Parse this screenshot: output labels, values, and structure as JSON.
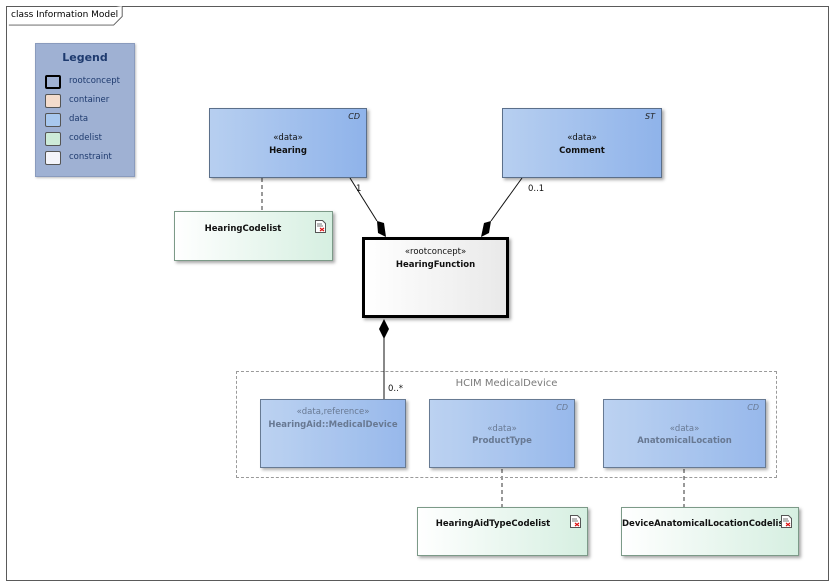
{
  "diagram": {
    "frame_title": "class Information Model",
    "legend": {
      "title": "Legend",
      "items": [
        {
          "label": "rootconcept",
          "color": "#ffffff"
        },
        {
          "label": "container",
          "color": "#f4dccc"
        },
        {
          "label": "data",
          "color": "#a8c8ee"
        },
        {
          "label": "codelist",
          "color": "#cdebd8"
        },
        {
          "label": "constraint",
          "color": "#f4f4fa"
        }
      ]
    },
    "classes": {
      "hearing": {
        "stereotype": "«data»",
        "name": "Hearing",
        "type": "CD"
      },
      "comment": {
        "stereotype": "«data»",
        "name": "Comment",
        "type": "ST"
      },
      "hearing_codelist": {
        "name": "HearingCodelist"
      },
      "hearing_function": {
        "stereotype": "«rootconcept»",
        "name": "HearingFunction"
      },
      "medical_device": {
        "stereotype": "«data,reference»",
        "name": "HearingAid::MedicalDevice"
      },
      "product_type": {
        "stereotype": "«data»",
        "name": "ProductType",
        "type": "CD"
      },
      "anatomical_location": {
        "stereotype": "«data»",
        "name": "AnatomicalLocation",
        "type": "CD"
      },
      "hearing_aid_type_codelist": {
        "name": "HearingAidTypeCodelist"
      },
      "device_location_codelist": {
        "name": "DeviceAnatomicalLocationCodelist"
      }
    },
    "package": {
      "name": "HCIM MedicalDevice"
    },
    "multiplicities": {
      "hearing": "1",
      "comment": "0..1",
      "medical_device": "0..*"
    }
  }
}
